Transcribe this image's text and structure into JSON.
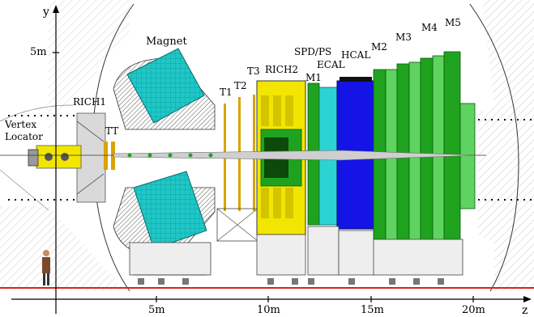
{
  "axes": {
    "y_axis_label": "y",
    "z_axis_label": "z",
    "y_tick": "5m",
    "z_ticks": [
      "5m",
      "10m",
      "15m",
      "20m"
    ]
  },
  "subdetectors": {
    "vertex_locator": "Vertex\nLocator",
    "rich1": "RICH1",
    "tt": "TT",
    "magnet": "Magnet",
    "t1": "T1",
    "t2": "T2",
    "t3": "T3",
    "rich2": "RICH2",
    "m1": "M1",
    "spd_ps": "SPD/PS",
    "ecal": "ECAL",
    "hcal": "HCAL",
    "m2": "M2",
    "m3": "M3",
    "m4": "M4",
    "m5": "M5"
  },
  "colors": {
    "magnet": "#1fc7c7",
    "ecal": "#2bd3d3",
    "hcal": "#1414e6",
    "muon_dark": "#1fa31f",
    "muon_light": "#5fd35f",
    "rich_yellow": "#f2e600",
    "tracker_gold": "#d9a400",
    "floor": "#e0201c",
    "hatch": "#9a9a9a"
  }
}
